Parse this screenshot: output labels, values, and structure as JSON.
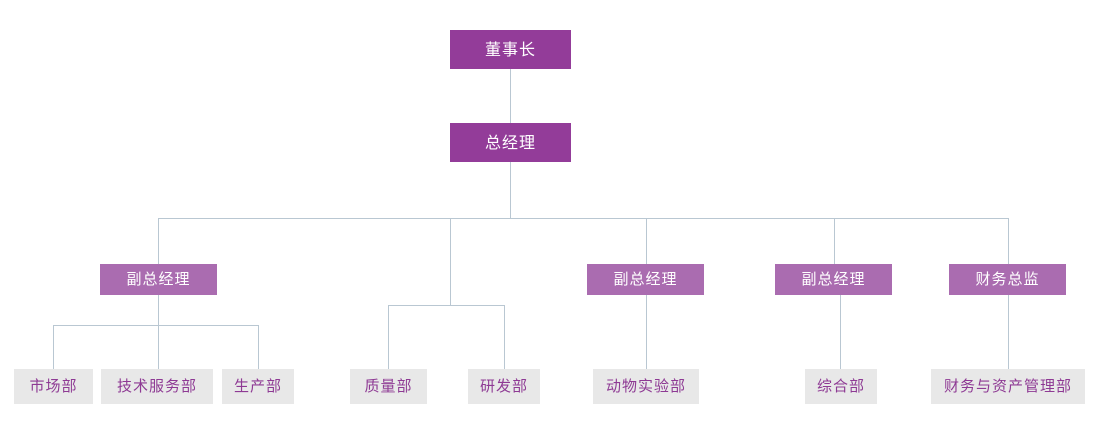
{
  "chart": {
    "type": "org-chart",
    "orientation": "top-down",
    "background_color": "#ffffff",
    "line_color": "#b9c7d2",
    "levels": [
      {
        "level": 1,
        "box_fill": "#933c99",
        "text_color": "#ffffff",
        "nodes": [
          {
            "id": "chairman",
            "label": "董事长"
          }
        ]
      },
      {
        "level": 2,
        "box_fill": "#933c99",
        "text_color": "#ffffff",
        "nodes": [
          {
            "id": "general-manager",
            "label": "总经理"
          }
        ]
      },
      {
        "level": 3,
        "box_fill": "#aa6cb0",
        "text_color": "#ffffff",
        "nodes": [
          {
            "id": "deputy-gm-1",
            "label": "副总经理"
          },
          {
            "id": "deputy-gm-2",
            "label": "副总经理"
          },
          {
            "id": "deputy-gm-3",
            "label": "副总经理"
          },
          {
            "id": "finance-director",
            "label": "财务总监"
          }
        ]
      },
      {
        "level": 4,
        "box_fill": "#e8e8e8",
        "text_color": "#8e3a94",
        "nodes": [
          {
            "id": "marketing-dept",
            "label": "市场部"
          },
          {
            "id": "tech-service-dept",
            "label": "技术服务部"
          },
          {
            "id": "production-dept",
            "label": "生产部"
          },
          {
            "id": "quality-dept",
            "label": "质量部"
          },
          {
            "id": "rd-dept",
            "label": "研发部"
          },
          {
            "id": "animal-lab-dept",
            "label": "动物实验部"
          },
          {
            "id": "general-affairs-dept",
            "label": "综合部"
          },
          {
            "id": "finance-asset-dept",
            "label": "财务与资产管理部"
          }
        ]
      }
    ]
  },
  "nodes": {
    "chairman": "董事长",
    "general_manager": "总经理",
    "deputy_gm_1": "副总经理",
    "deputy_gm_2": "副总经理",
    "deputy_gm_3": "副总经理",
    "finance_director": "财务总监",
    "marketing_dept": "市场部",
    "tech_service_dept": "技术服务部",
    "production_dept": "生产部",
    "quality_dept": "质量部",
    "rd_dept": "研发部",
    "animal_lab_dept": "动物实验部",
    "general_affairs_dept": "综合部",
    "finance_asset_dept": "财务与资产管理部"
  }
}
